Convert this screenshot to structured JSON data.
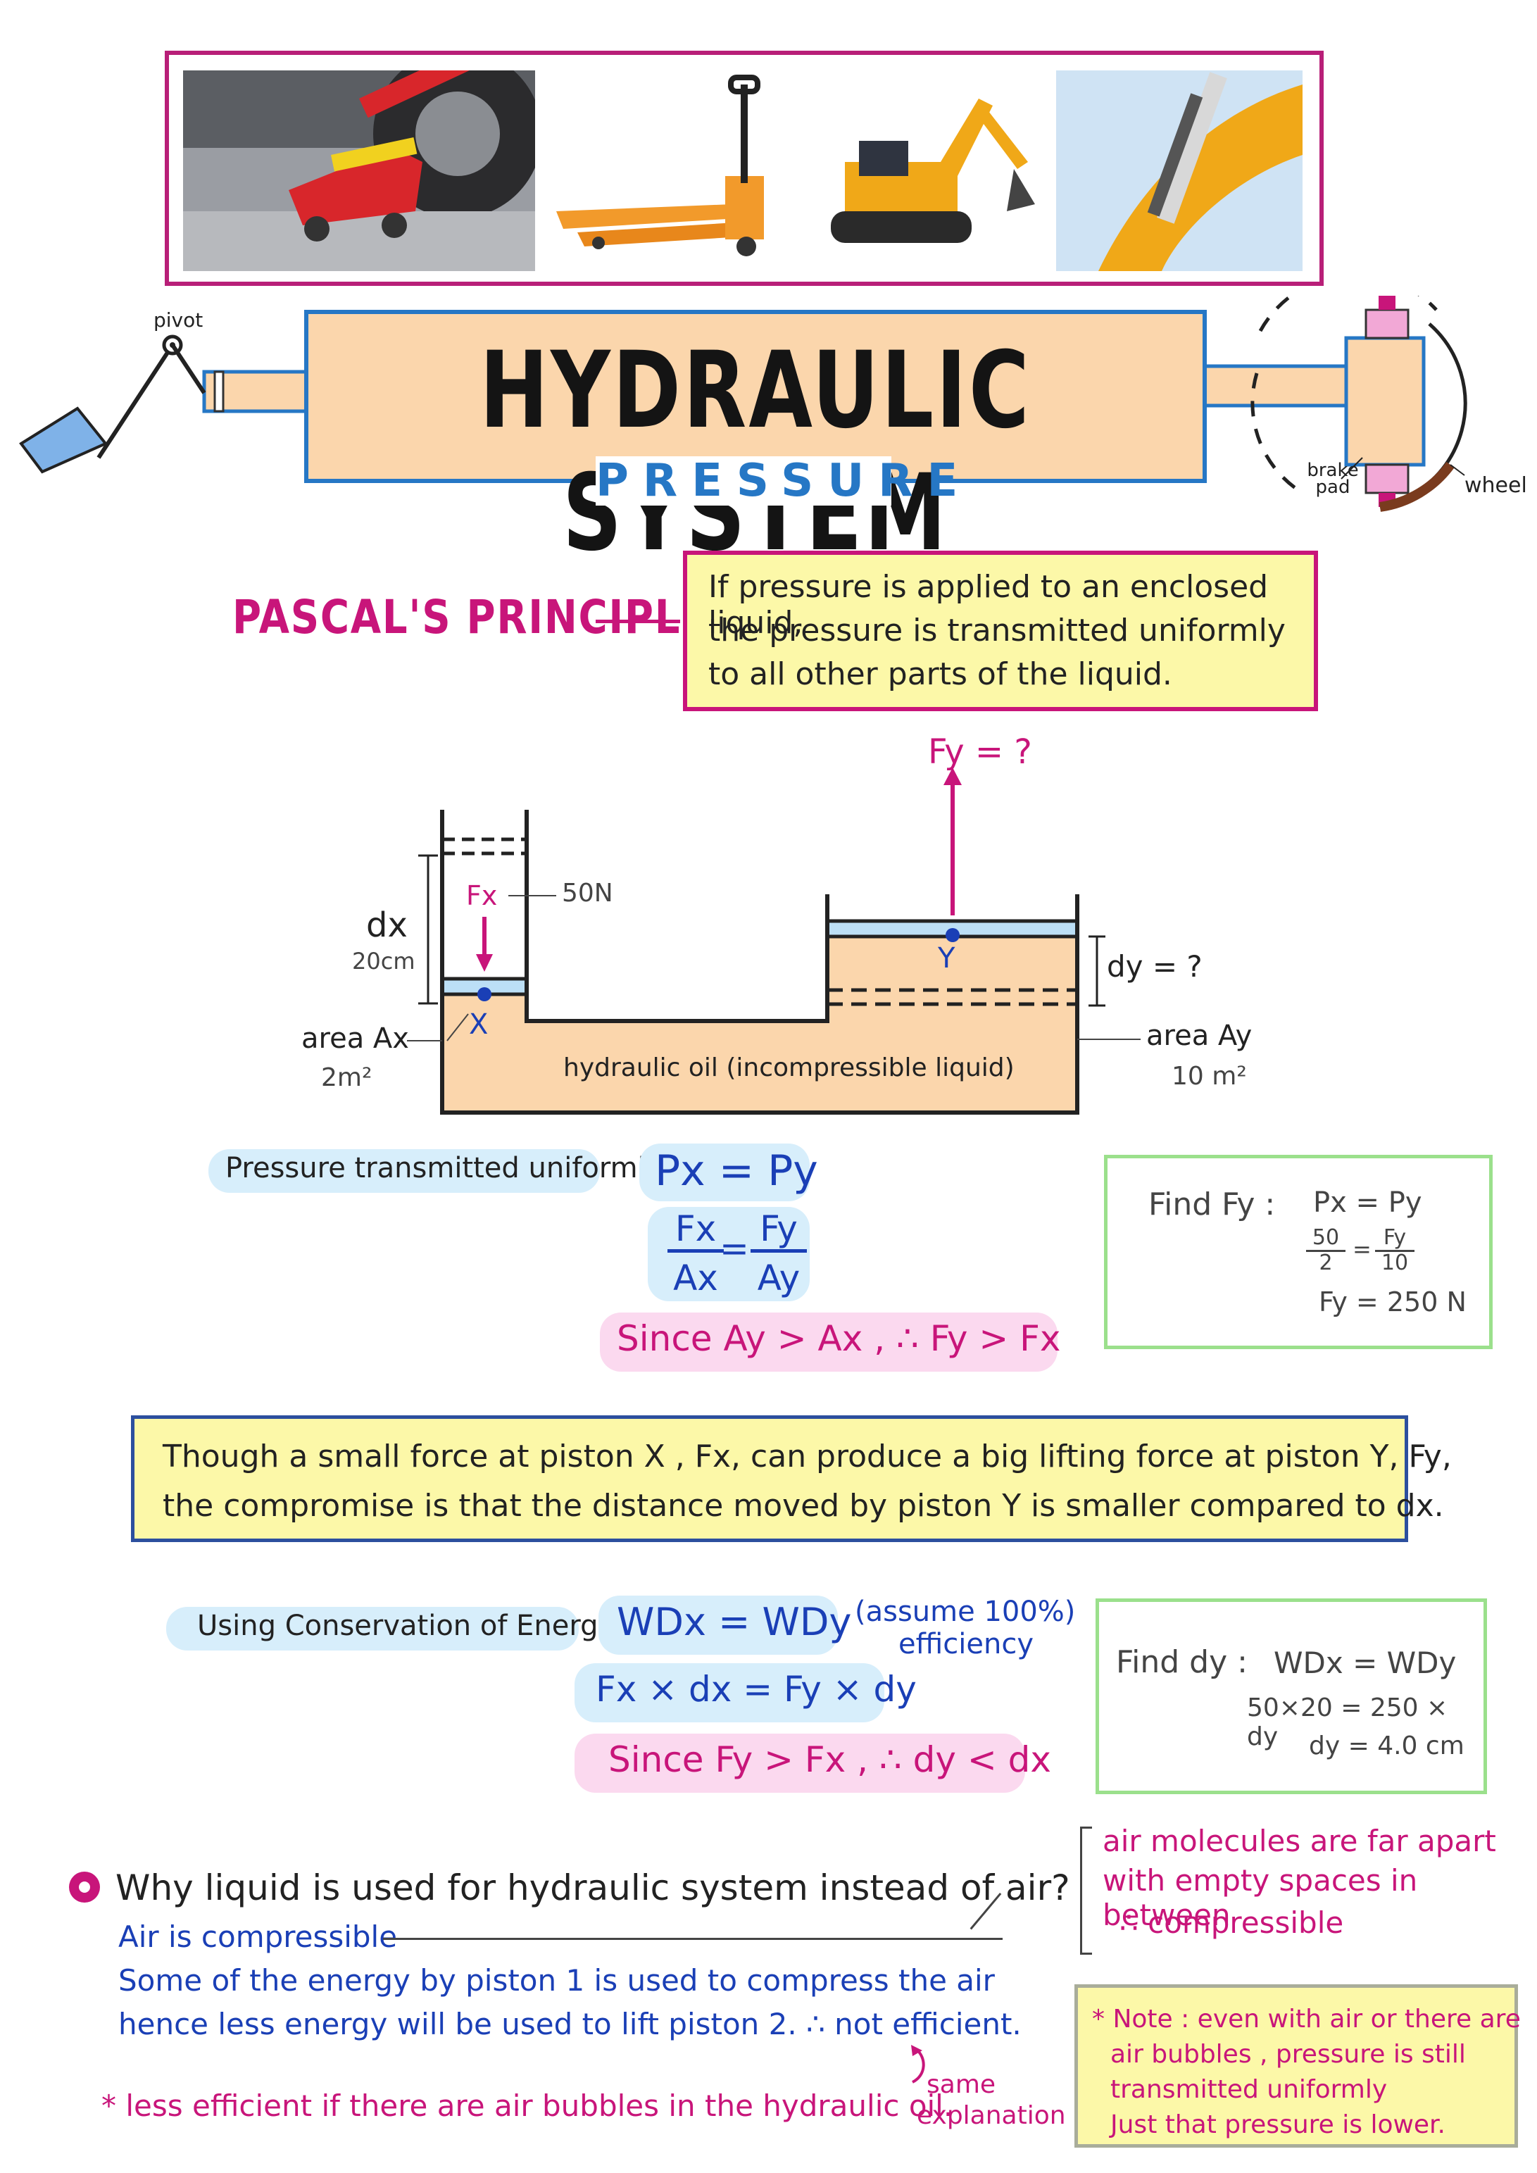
{
  "header": {
    "title": "HYDRAULIC SYSTEM",
    "subtitle": "PRESSURE",
    "pivot_label": "pivot",
    "brake_pad_label": "brake pad",
    "wheel_label": "wheel"
  },
  "photos": [
    {
      "icon": "car-jack-photo"
    },
    {
      "icon": "pallet-jack-photo"
    },
    {
      "icon": "excavator-photo"
    },
    {
      "icon": "hydraulic-arm-photo"
    }
  ],
  "pascal": {
    "title": "PASCAL'S PRINCIPLE",
    "line1": "If pressure is applied to an enclosed liquid,",
    "line2": "the pressure is transmitted uniformly",
    "line3": "to all other parts of the liquid."
  },
  "diagram": {
    "fy_label": "Fy = ?",
    "fx_label": "Fx",
    "fx_value": "50N",
    "dx_label": "dx",
    "dx_value": "20cm",
    "x_point": "X",
    "y_point": "Y",
    "dy_label": "dy = ?",
    "area_x_label": "area Ax",
    "area_x_value": "2m²",
    "area_y_label": "area Ay",
    "area_y_value": "10 m²",
    "oil_label": "hydraulic oil (incompressible liquid)"
  },
  "pressure": {
    "label": "Pressure transmitted uniformly :",
    "eq1": "Px = Py",
    "eq2_left_num": "Fx",
    "eq2_left_den": "Ax",
    "eq2_right_num": "Fy",
    "eq2_right_den": "Ay",
    "since": "Since Ay > Ax , ∴ Fy > Fx",
    "find_label": "Find Fy :",
    "find_line1": "Px = Py",
    "find_l_num": "50",
    "find_l_den": "2",
    "find_r_num": "Fy",
    "find_r_den": "10",
    "find_result": "Fy = 250 N"
  },
  "compromise": {
    "line1": "Though a small force at piston X , Fx, can produce a big lifting force at piston Y, Fy,",
    "line2": "the compromise is that the distance moved by piston Y is smaller compared to dx."
  },
  "energy": {
    "label": "Using Conservation of Energy :",
    "eq1": "WDx = WDy",
    "assume": "(assume 100%)",
    "assume2": "efficiency",
    "eq2": "Fx × dx = Fy × dy",
    "since": "Since Fy > Fx , ∴ dy < dx",
    "find_label": "Find dy :",
    "find_line1": "WDx = WDy",
    "find_line2": "50×20 = 250 × dy",
    "find_line3": "dy = 4.0 cm"
  },
  "why": {
    "question": "Why liquid is used for hydraulic system instead of air?",
    "line1": "Air is compressible",
    "line2": "Some of the energy by piston 1 is used to compress the air",
    "line3": "hence less energy will be used to lift piston 2. ∴ not efficient.",
    "line4": "* less efficient if there are air bubbles in the hydraulic oil.",
    "same1": "same",
    "same2": "explanation",
    "side1": "air molecules are far apart",
    "side2": "with empty spaces in between",
    "side3": "∴ compressible",
    "note1": "* Note : even with air or there are",
    "note2": "air bubbles , pressure is still",
    "note3": "transmitted uniformly",
    "note4": "Just that pressure is lower."
  }
}
